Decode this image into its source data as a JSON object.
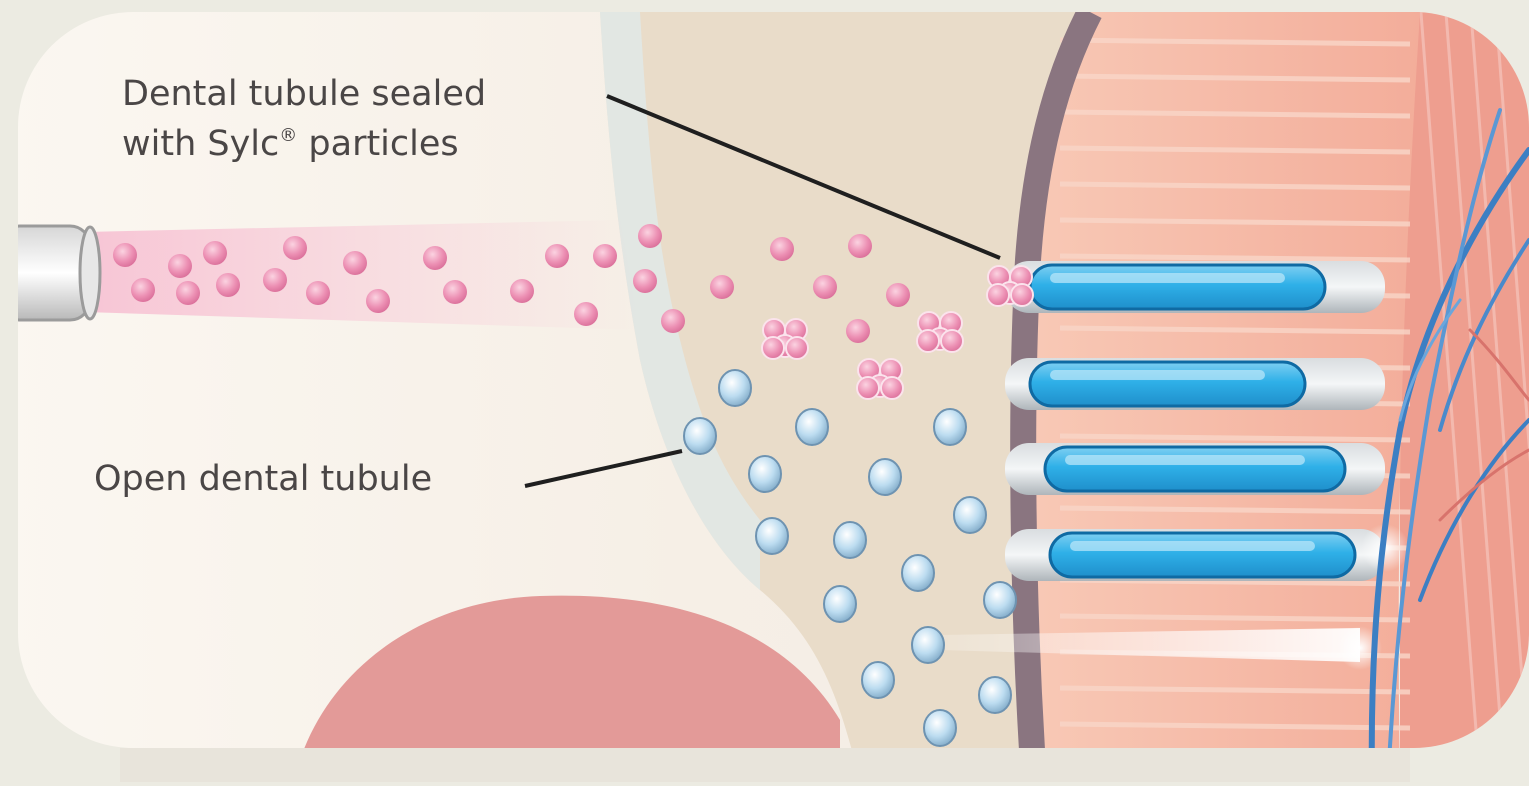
{
  "labels": {
    "sealed_line1": "Dental tubule sealed",
    "sealed_line2_prefix": "with Sylc",
    "sealed_line2_mark": "®",
    "sealed_line2_suffix": " particles",
    "open": "Open dental tubule"
  },
  "icons": {
    "nozzle": "nozzle-icon",
    "particle": "sylc-particle-icon",
    "tubule": "tubule-icon",
    "nerve": "nerve-icon"
  },
  "colors": {
    "background": "#ecebe2",
    "panel": "#f7f3ec",
    "enamel": "#e9dcc9",
    "dentine": "#f4b9a5",
    "pulp": "#ee9e8f",
    "particle_pink": "#ec8fb3",
    "tubule_blue": "#36b4e8",
    "open_tubule": "#a9cfe8",
    "nerve_blue": "#3c7fc3",
    "gum": "#e39a98",
    "label_text": "#4a4646"
  }
}
